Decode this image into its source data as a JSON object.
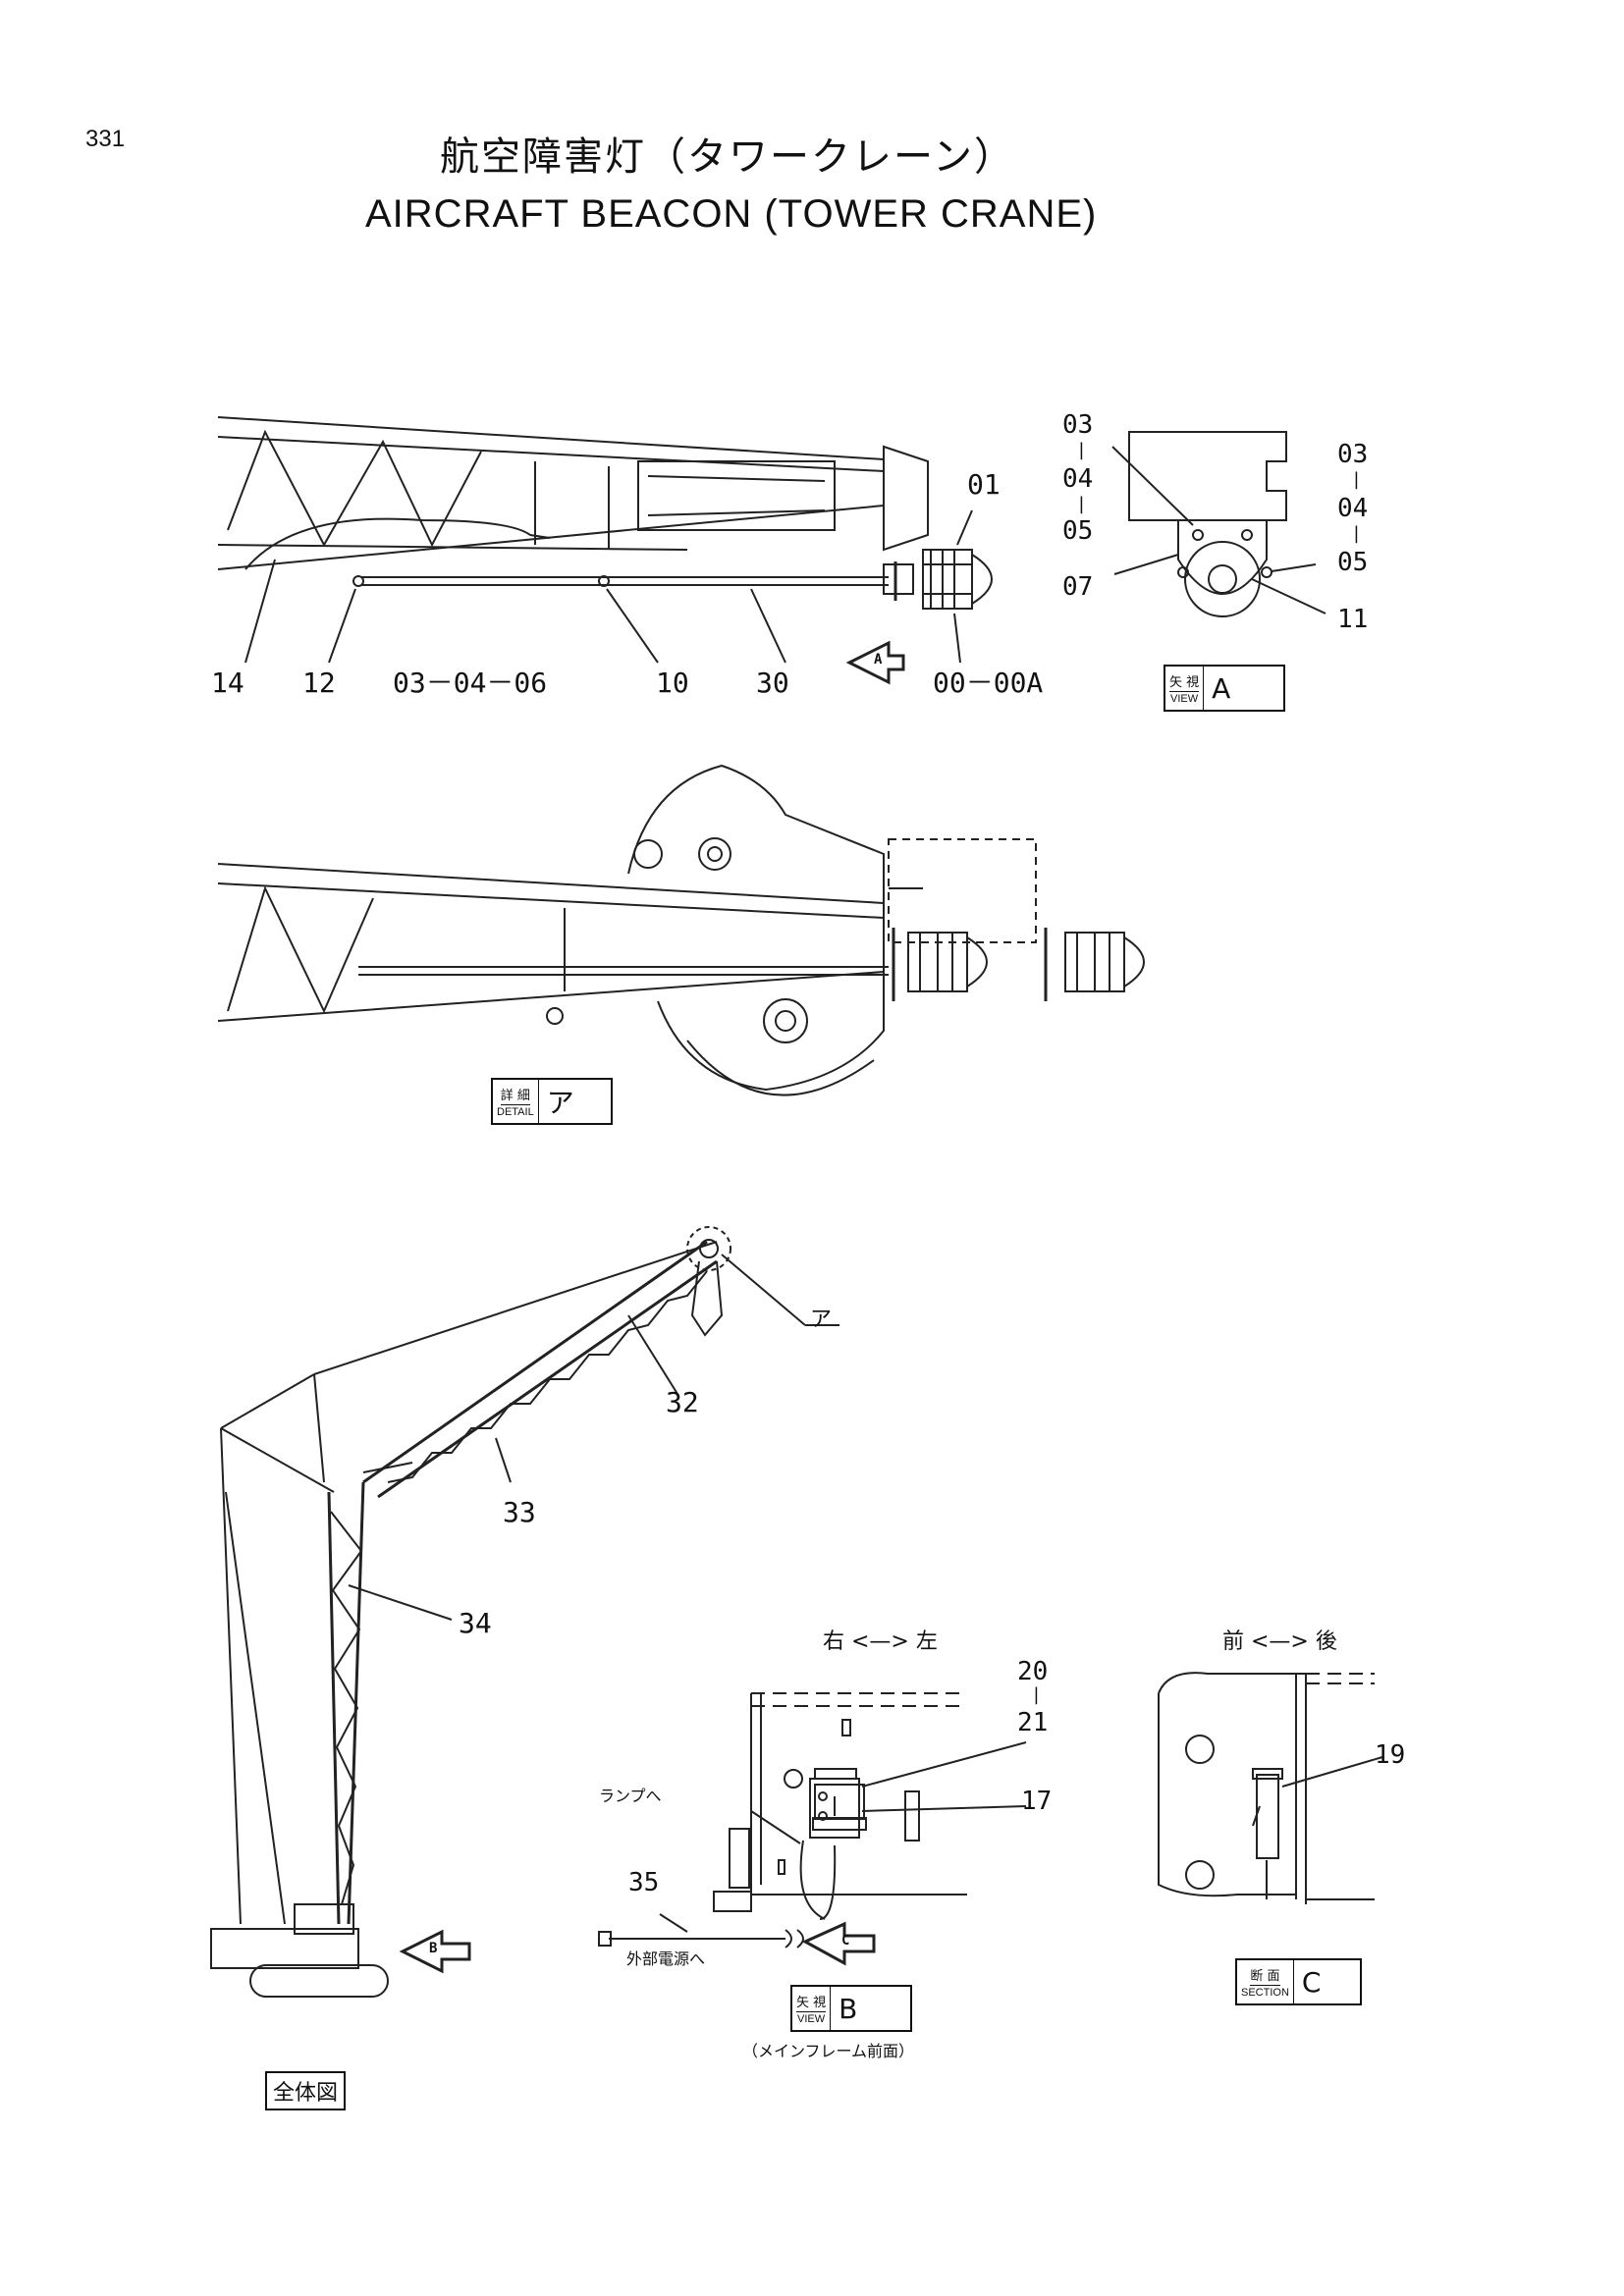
{
  "page": {
    "number": "331"
  },
  "title": {
    "japanese": "航空障害灯（タワークレーン）",
    "english": "AIRCRAFT BEACON (TOWER CRANE)"
  },
  "top_view": {
    "callouts": [
      "14",
      "12",
      "03－04－06",
      "10",
      "30",
      "01",
      "00－00A"
    ],
    "arrow_label": "A"
  },
  "view_a": {
    "left_callout": {
      "a": "03",
      "b": "04",
      "c": "05"
    },
    "left_07": "07",
    "right_callout": {
      "a": "03",
      "b": "04",
      "c": "05"
    },
    "label_11": "11",
    "badge": {
      "top": "矢 視",
      "bottom": "VIEW",
      "letter": "A"
    }
  },
  "detail": {
    "badge": {
      "top": "詳 細",
      "bottom": "DETAIL",
      "letter": "ア"
    }
  },
  "crane_view": {
    "callouts": {
      "a": "ア",
      "n32": "32",
      "n33": "33",
      "n34": "34"
    },
    "arrow_label": "B",
    "whole_label": "全体図"
  },
  "view_b": {
    "direction": "右 <—> 左",
    "label_20_21": {
      "a": "20",
      "b": "21"
    },
    "label_17": "17",
    "lamp_note": "ランプへ",
    "label_35": "35",
    "power_note": "外部電源へ",
    "arrow_label": "C",
    "badge": {
      "top": "矢 視",
      "bottom": "VIEW",
      "letter": "B"
    },
    "caption": "（メインフレーム前面）"
  },
  "section_c": {
    "direction": "前 <—> 後",
    "label_19": "19",
    "badge": {
      "top": "断 面",
      "bottom": "SECTION",
      "letter": "C"
    }
  }
}
